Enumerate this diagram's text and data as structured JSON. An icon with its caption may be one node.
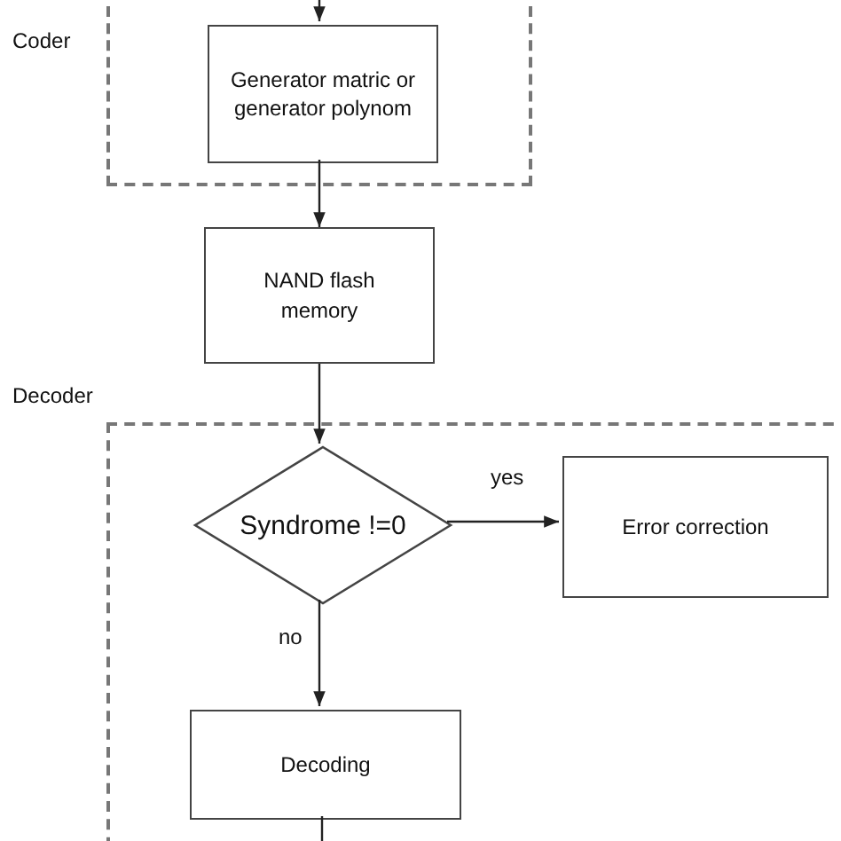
{
  "diagram": {
    "nodes": [
      {
        "text": [
          "Coder"
        ]
      },
      {
        "text": [
          "Generator matric or generator polynom"
        ],
        "in": 0
      },
      {
        "text": [
          "NAND flash memory"
        ]
      },
      {
        "text": [
          "Decoder"
        ]
      },
      {
        "text": [
          "Syndrome !=0"
        ],
        "in": 3
      },
      {
        "text": [
          "Error correction"
        ],
        "in": 3
      },
      {
        "text": [
          "Decoding"
        ],
        "in": 3
      }
    ],
    "edges": [
      {
        "from": null,
        "to": 1,
        "arrow": "to"
      },
      {
        "from": 1,
        "to": 2,
        "arrow": "to"
      },
      {
        "from": 2,
        "to": 4,
        "arrow": "to"
      },
      {
        "from": 4,
        "to": 5,
        "arrow": "to",
        "label": "yes"
      },
      {
        "from": 4,
        "to": 6,
        "arrow": "to",
        "label": "no"
      },
      {
        "from": 6,
        "to": null,
        "arrow": "none"
      }
    ]
  }
}
